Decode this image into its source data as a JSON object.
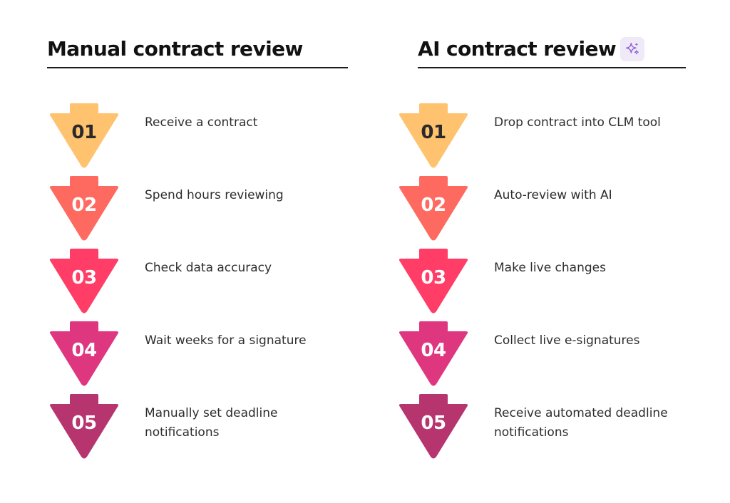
{
  "colors": {
    "step1": "#FFC26E",
    "step2": "#FF6A60",
    "step3": "#FF3D66",
    "step4": "#DF3680",
    "step5": "#B7356E",
    "num_dark": "#2a2a2a",
    "num_light": "#ffffff",
    "sparkle": "#8b5cd6"
  },
  "manual": {
    "title": "Manual contract review",
    "steps": [
      {
        "number": "01",
        "text": "Receive a contract"
      },
      {
        "number": "02",
        "text": "Spend hours reviewing"
      },
      {
        "number": "03",
        "text": "Check data accuracy"
      },
      {
        "number": "04",
        "text": "Wait weeks for a signature"
      },
      {
        "number": "05",
        "text": "Manually set deadline notifications"
      }
    ]
  },
  "ai": {
    "title": "AI contract review",
    "icon": "sparkle-icon",
    "steps": [
      {
        "number": "01",
        "text": "Drop contract into CLM tool"
      },
      {
        "number": "02",
        "text": "Auto-review with AI"
      },
      {
        "number": "03",
        "text": "Make live changes"
      },
      {
        "number": "04",
        "text": "Collect live e-signatures"
      },
      {
        "number": "05",
        "text": "Receive automated deadline notifications"
      }
    ]
  }
}
